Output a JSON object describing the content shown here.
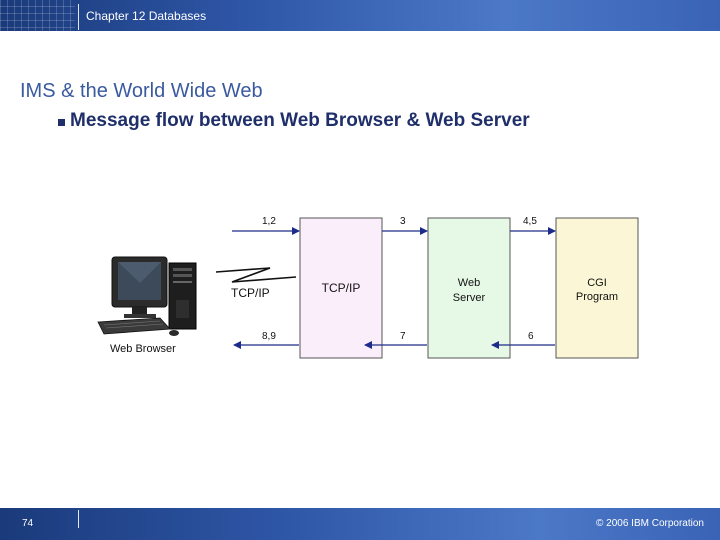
{
  "header": {
    "chapter_title": "Chapter 12 Databases"
  },
  "slide": {
    "title": "IMS & the World Wide Web",
    "bullet": "Message flow between Web Browser & Web Server"
  },
  "diagram": {
    "labels": {
      "tcpip_left": "TCP/IP",
      "tcpip_box": "TCP/IP",
      "web_server_line1": "Web",
      "web_server_line2": "Server",
      "cgi_line1": "CGI",
      "cgi_line2": "Program",
      "web_browser": "Web Browser"
    },
    "flows": {
      "f12": "1,2",
      "f3": "3",
      "f45": "4,5",
      "f89": "8,9",
      "f7": "7",
      "f6": "6"
    },
    "colors": {
      "tcpip_box": "#fbeefb",
      "web_server_box": "#e6f8e6",
      "cgi_box": "#fbf7d6",
      "arrow": "#1d2c8a"
    }
  },
  "footer": {
    "page_number": "74",
    "copyright": "© 2006 IBM Corporation"
  }
}
